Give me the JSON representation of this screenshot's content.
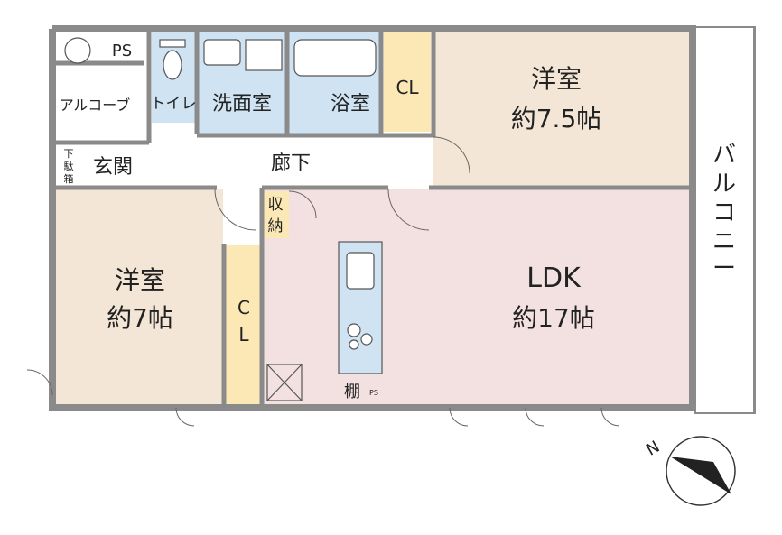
{
  "rooms": {
    "western_room_1": {
      "name": "洋室",
      "size": "約7.5帖"
    },
    "western_room_2": {
      "name": "洋室",
      "size": "約7帖"
    },
    "ldk": {
      "name": "LDK",
      "size": "約17帖"
    },
    "closet_1": "CL",
    "closet_2": "C\nL",
    "closet_2_top": "C",
    "closet_2_bottom": "L",
    "storage": "収\n納",
    "storage_top": "収",
    "storage_bottom": "納",
    "hallway": "廊下",
    "entrance": "玄関",
    "shoe_box_1": "下",
    "shoe_box_2": "駄",
    "shoe_box_3": "箱",
    "toilet": "トイレ",
    "washroom": "洗面室",
    "bathroom": "浴室",
    "alcove": "アルコーブ",
    "ps_top": "PS",
    "shelf": "棚",
    "ps_small": "PS",
    "balcony": [
      "バ",
      "ル",
      "コ",
      "ニ",
      "ー"
    ]
  },
  "compass": {
    "label": "N"
  },
  "colors": {
    "western": "#f3e6d6",
    "ldk": "#f3e1e2",
    "closet": "#fbe8b4",
    "wet": "#cfe3f3",
    "hall": "#ffffff",
    "wall": "#8a8a8a"
  }
}
